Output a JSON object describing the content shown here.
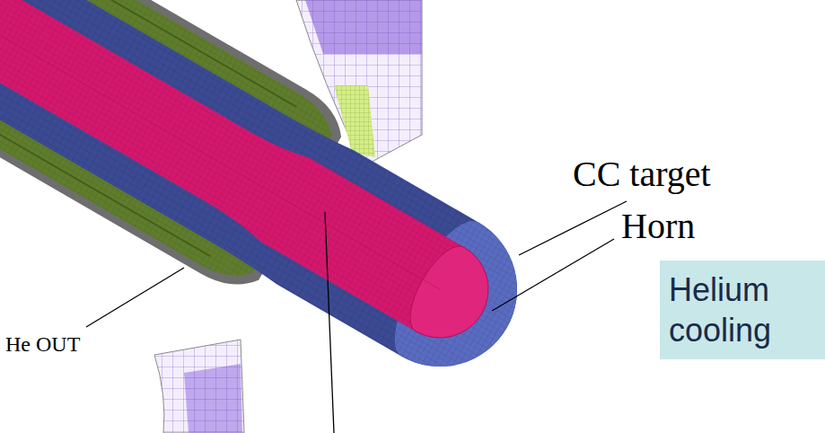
{
  "diagram": {
    "nodes": [
      {
        "text": [
          "Helium cooling"
        ]
      }
    ],
    "labels": [
      "CC target",
      "Horn",
      "He OUT"
    ]
  }
}
